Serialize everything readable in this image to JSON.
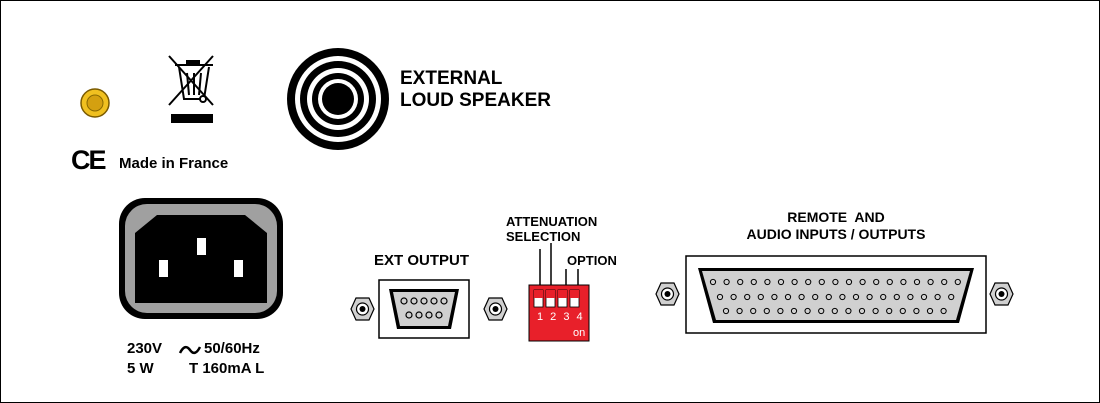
{
  "labels": {
    "external_speaker_line1": "EXTERNAL",
    "external_speaker_line2": "LOUD SPEAKER",
    "ce_mark": "CE",
    "made_in": "Made in France",
    "ext_output": "EXT OUTPUT",
    "attenuation_line1": "ATTENUATION",
    "attenuation_line2": "SELECTION",
    "option": "OPTION",
    "dip_numbers": "1 2 3 4",
    "dip_on": "on",
    "remote_line1": "REMOTE  AND",
    "remote_line2": "AUDIO INPUTS / OUTPUTS",
    "power_line1": "230V",
    "power_freq": "50/60Hz",
    "power_line2_watt": "5 W",
    "power_line2_fuse": "T 160mA L"
  },
  "colors": {
    "dip_switch": "#e8202a",
    "ground_terminal": "#f0c020",
    "inlet_frame": "#a0a0a0",
    "connector_shell": "#d0d0d0"
  },
  "icons": {
    "recycling": "crossed-out-wheelie-bin-icon",
    "ac_symbol": "tilde-icon"
  }
}
